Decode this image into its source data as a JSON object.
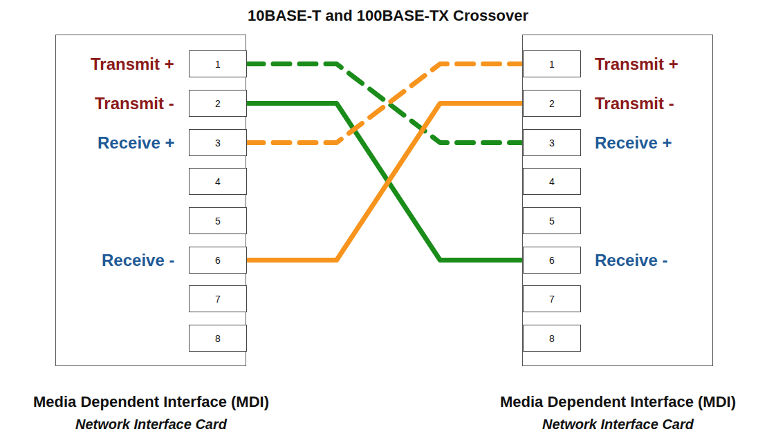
{
  "diagram": {
    "title": "10BASE-T and 100BASE-TX Crossover",
    "nodes": [
      {
        "text": [
          "Media Dependent Interface (MDI)",
          "Network Interface Card"
        ]
      },
      {
        "text": [
          "1"
        ],
        "in": 0
      },
      {
        "text": [
          "2"
        ],
        "in": 0
      },
      {
        "text": [
          "3"
        ],
        "in": 0
      },
      {
        "text": [
          "4"
        ],
        "in": 0
      },
      {
        "text": [
          "5"
        ],
        "in": 0
      },
      {
        "text": [
          "6"
        ],
        "in": 0
      },
      {
        "text": [
          "7"
        ],
        "in": 0
      },
      {
        "text": [
          "8"
        ],
        "in": 0
      },
      {
        "text": [
          "Media Dependent Interface (MDI)",
          "Network Interface Card"
        ]
      },
      {
        "text": [
          "1"
        ],
        "in": 9
      },
      {
        "text": [
          "2"
        ],
        "in": 9
      },
      {
        "text": [
          "3"
        ],
        "in": 9
      },
      {
        "text": [
          "4"
        ],
        "in": 9
      },
      {
        "text": [
          "5"
        ],
        "in": 9
      },
      {
        "text": [
          "6"
        ],
        "in": 9
      },
      {
        "text": [
          "7"
        ],
        "in": 9
      },
      {
        "text": [
          "8"
        ],
        "in": 9
      }
    ],
    "edges": [
      {
        "from": 1,
        "to": 12,
        "arrow": "none"
      },
      {
        "from": 2,
        "to": 15,
        "arrow": "none"
      },
      {
        "from": 3,
        "to": 10,
        "arrow": "none"
      },
      {
        "from": 6,
        "to": 11,
        "arrow": "none"
      }
    ],
    "labels": [
      "Transmit +",
      "Transmit -",
      "Receive +",
      "Receive -",
      "Transmit +",
      "Transmit -",
      "Receive +",
      "Receive -"
    ]
  }
}
